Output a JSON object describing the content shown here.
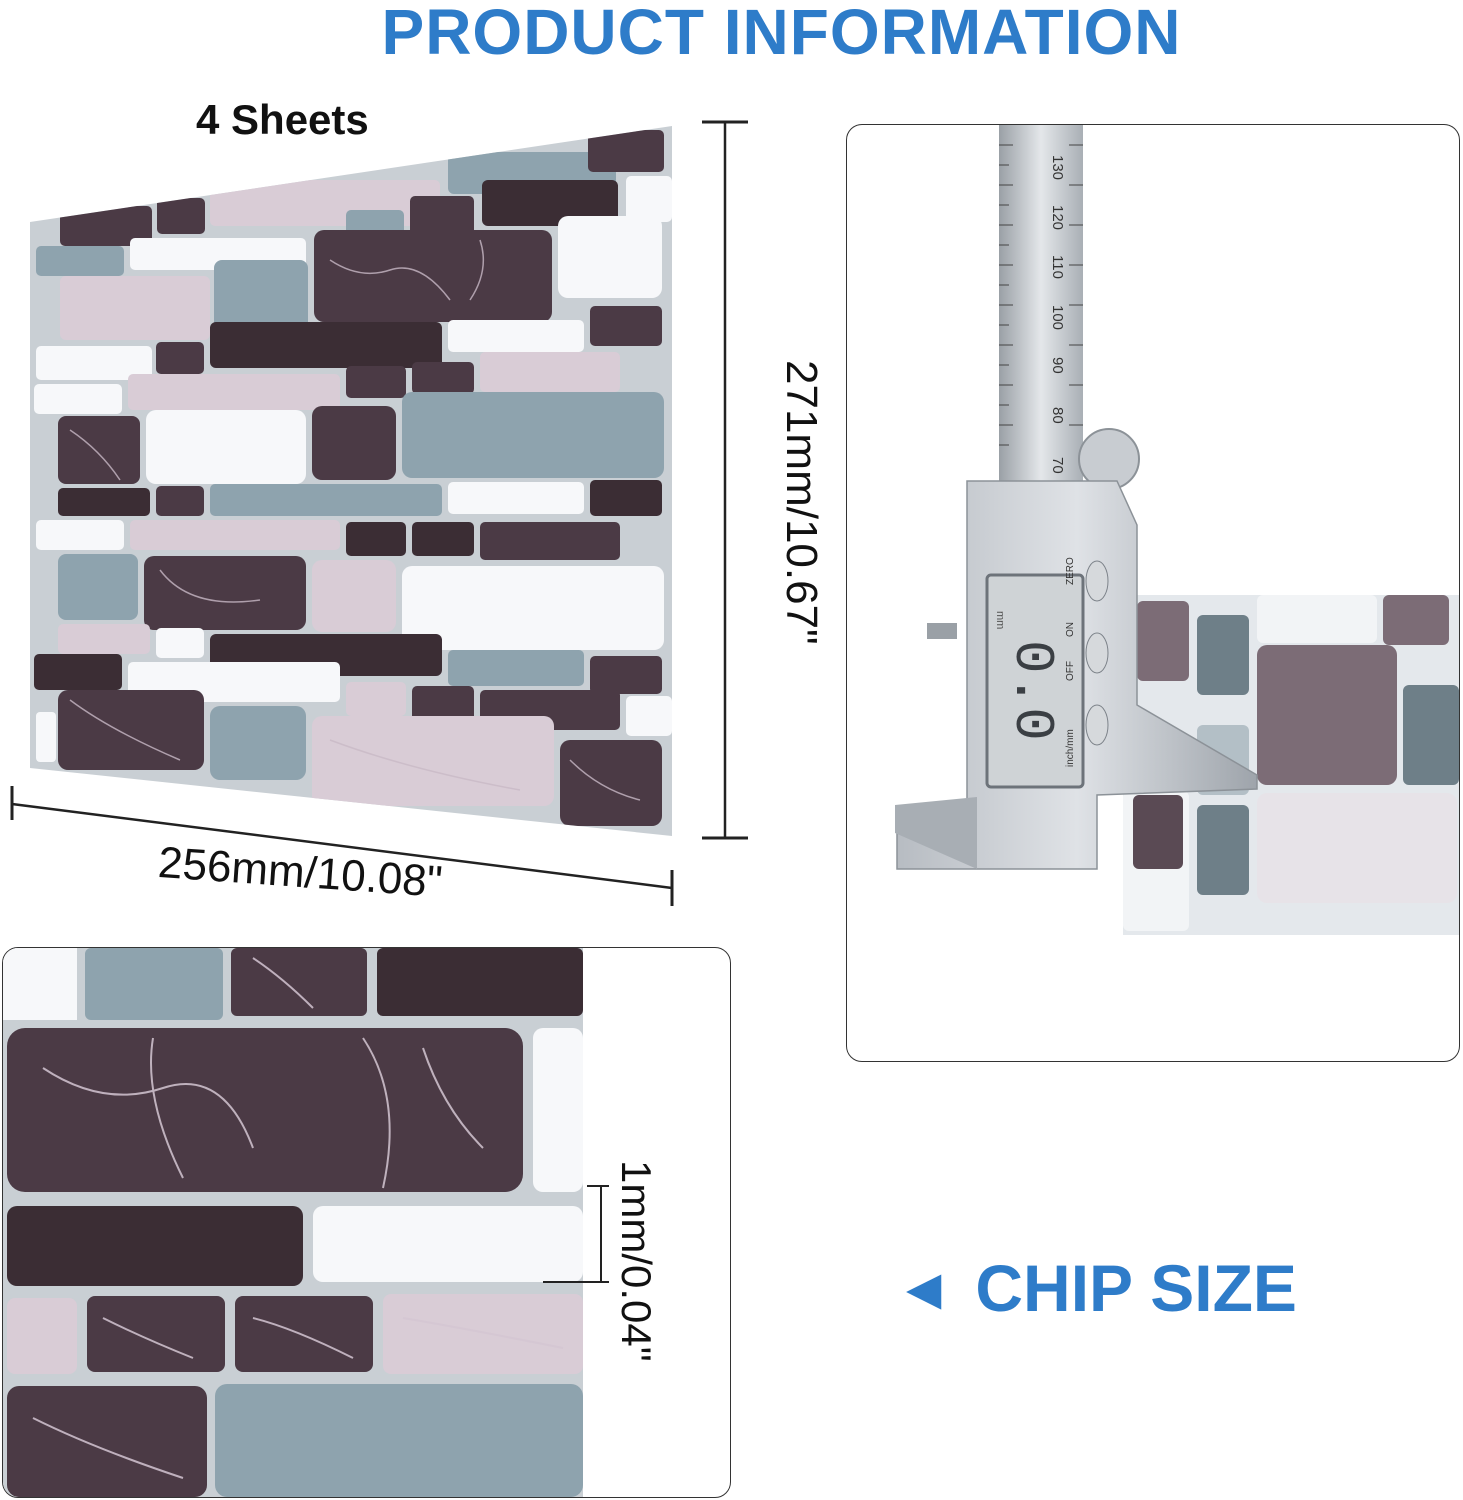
{
  "header": {
    "title": "PRODUCT INFORMATION"
  },
  "product": {
    "sheets_label": "4 Sheets",
    "width_label": "256mm/10.08\"",
    "height_label": "271mm/10.67\"",
    "thickness_label": "1mm/0.04\""
  },
  "chip": {
    "label": "CHIP SIZE",
    "arrow": "◀"
  },
  "caliper": {
    "scale_labels": [
      "130",
      "120",
      "110",
      "100",
      "90",
      "80",
      "70"
    ],
    "button_labels": [
      "ZERO",
      "ON",
      "OFF",
      "inch/mm"
    ],
    "display_unit": "mm",
    "display_reading": "0.0"
  },
  "colors": {
    "accent": "#2e7cc9",
    "tile_dark": "#4b3a45",
    "tile_grey_blue": "#8ea3ae",
    "tile_pink": "#d9ccd6",
    "tile_white": "#f7f8fa",
    "grout": "#c9cfd4"
  }
}
